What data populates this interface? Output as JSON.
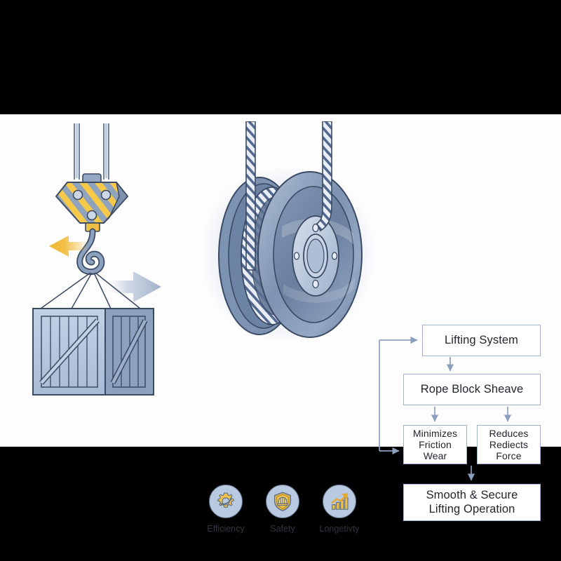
{
  "canvas": {
    "background_color": "#fdfdfd",
    "letterbox_color": "#000000"
  },
  "illustration": {
    "crane": {
      "name": "crane-hook-lifting-crate",
      "hook_block_stripe_colors": [
        "#f7c948",
        "#8fa3bd"
      ],
      "sling_lines": 4,
      "left_arrow_color": "#f3c04a",
      "right_arrow_color": "#9fb0c9",
      "crate_fill": "#b9c9e0",
      "crate_fill_dark": "#8ba1bd",
      "outline_color": "#3b4a63"
    },
    "sheave": {
      "name": "rope-block-sheave-wheel",
      "glow_color": "#eceff6",
      "wheel_color": "#8fa6c2",
      "wheel_dark": "#55698a",
      "rope_color": "#dfe6f0",
      "rope_count": 2,
      "hub_bolts": 4
    }
  },
  "flowchart": {
    "border_color": "#9fb4d0",
    "box_fill": "#ffffff",
    "arrow_color": "#8ba0bd",
    "text_color": "#22262b",
    "boxes": [
      {
        "id": "lifting-system",
        "label": "Lifting System",
        "lines": [
          "Lifting System"
        ]
      },
      {
        "id": "rope-block-sheave",
        "label": "Rope Block Sheave",
        "lines": [
          "Rope Block Sheave"
        ]
      },
      {
        "id": "minimizes",
        "label": "Minimizes Friction Wear",
        "lines": [
          "Minimizes",
          "Friction",
          "Wear"
        ]
      },
      {
        "id": "reduces",
        "label": "Reduces Rediects Force",
        "lines": [
          "Reduces",
          "Rediects",
          "Force"
        ]
      },
      {
        "id": "smooth-secure",
        "label": "Smooth & Secure Lifting Operation",
        "lines": [
          "Smooth & Secure",
          "Lifting Operation"
        ]
      }
    ]
  },
  "benefits": {
    "circle_fill": "#b9c9e0",
    "circle_border": "#5d6f87",
    "icon_color": "#e8b23f",
    "items": [
      {
        "icon": "gear-icon",
        "label": "Efficiency"
      },
      {
        "icon": "shield-helmet-icon",
        "label": "Safety"
      },
      {
        "icon": "growth-chart-icon",
        "label": "Longetivty"
      }
    ]
  }
}
